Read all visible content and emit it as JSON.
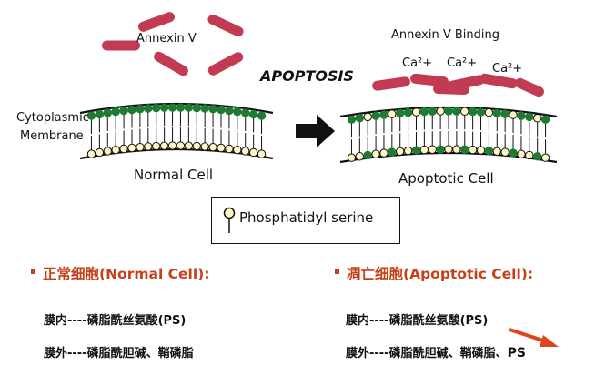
{
  "labels": {
    "annexin_v": "Annexin V",
    "annexin_v_binding": "Annexin V Binding",
    "calcium": [
      "Ca²+",
      "Ca²+",
      "Ca²+"
    ],
    "apoptosis": "APOPTOSIS",
    "cytoplasmic": "Cytoplasmic",
    "membrane": "Membrane",
    "normal_cell": "Normal Cell",
    "apoptotic_cell": "Apoptotic Cell"
  },
  "legend": {
    "text": "Phosphatidyl serine"
  },
  "normal": {
    "heading": "正常细胞(Normal Cell):",
    "inner": "膜内----磷脂酰丝氨酸(PS)",
    "outer": "膜外----磷脂酰胆碱、鞘磷脂"
  },
  "apoptotic": {
    "heading": "凋亡细胞(Apoptotic Cell):",
    "inner": "膜内----磷脂酰丝氨酸(PS)",
    "outer_prefix": "膜外----磷脂酰胆碱、鞘磷脂、",
    "outer_ps": "PS"
  },
  "colors": {
    "annexin": "#c23b52",
    "head_green": "#1f7a32",
    "head_ps": "#fff6c8",
    "heading_red": "#c8401a",
    "arrow_red": "#e0441c"
  }
}
